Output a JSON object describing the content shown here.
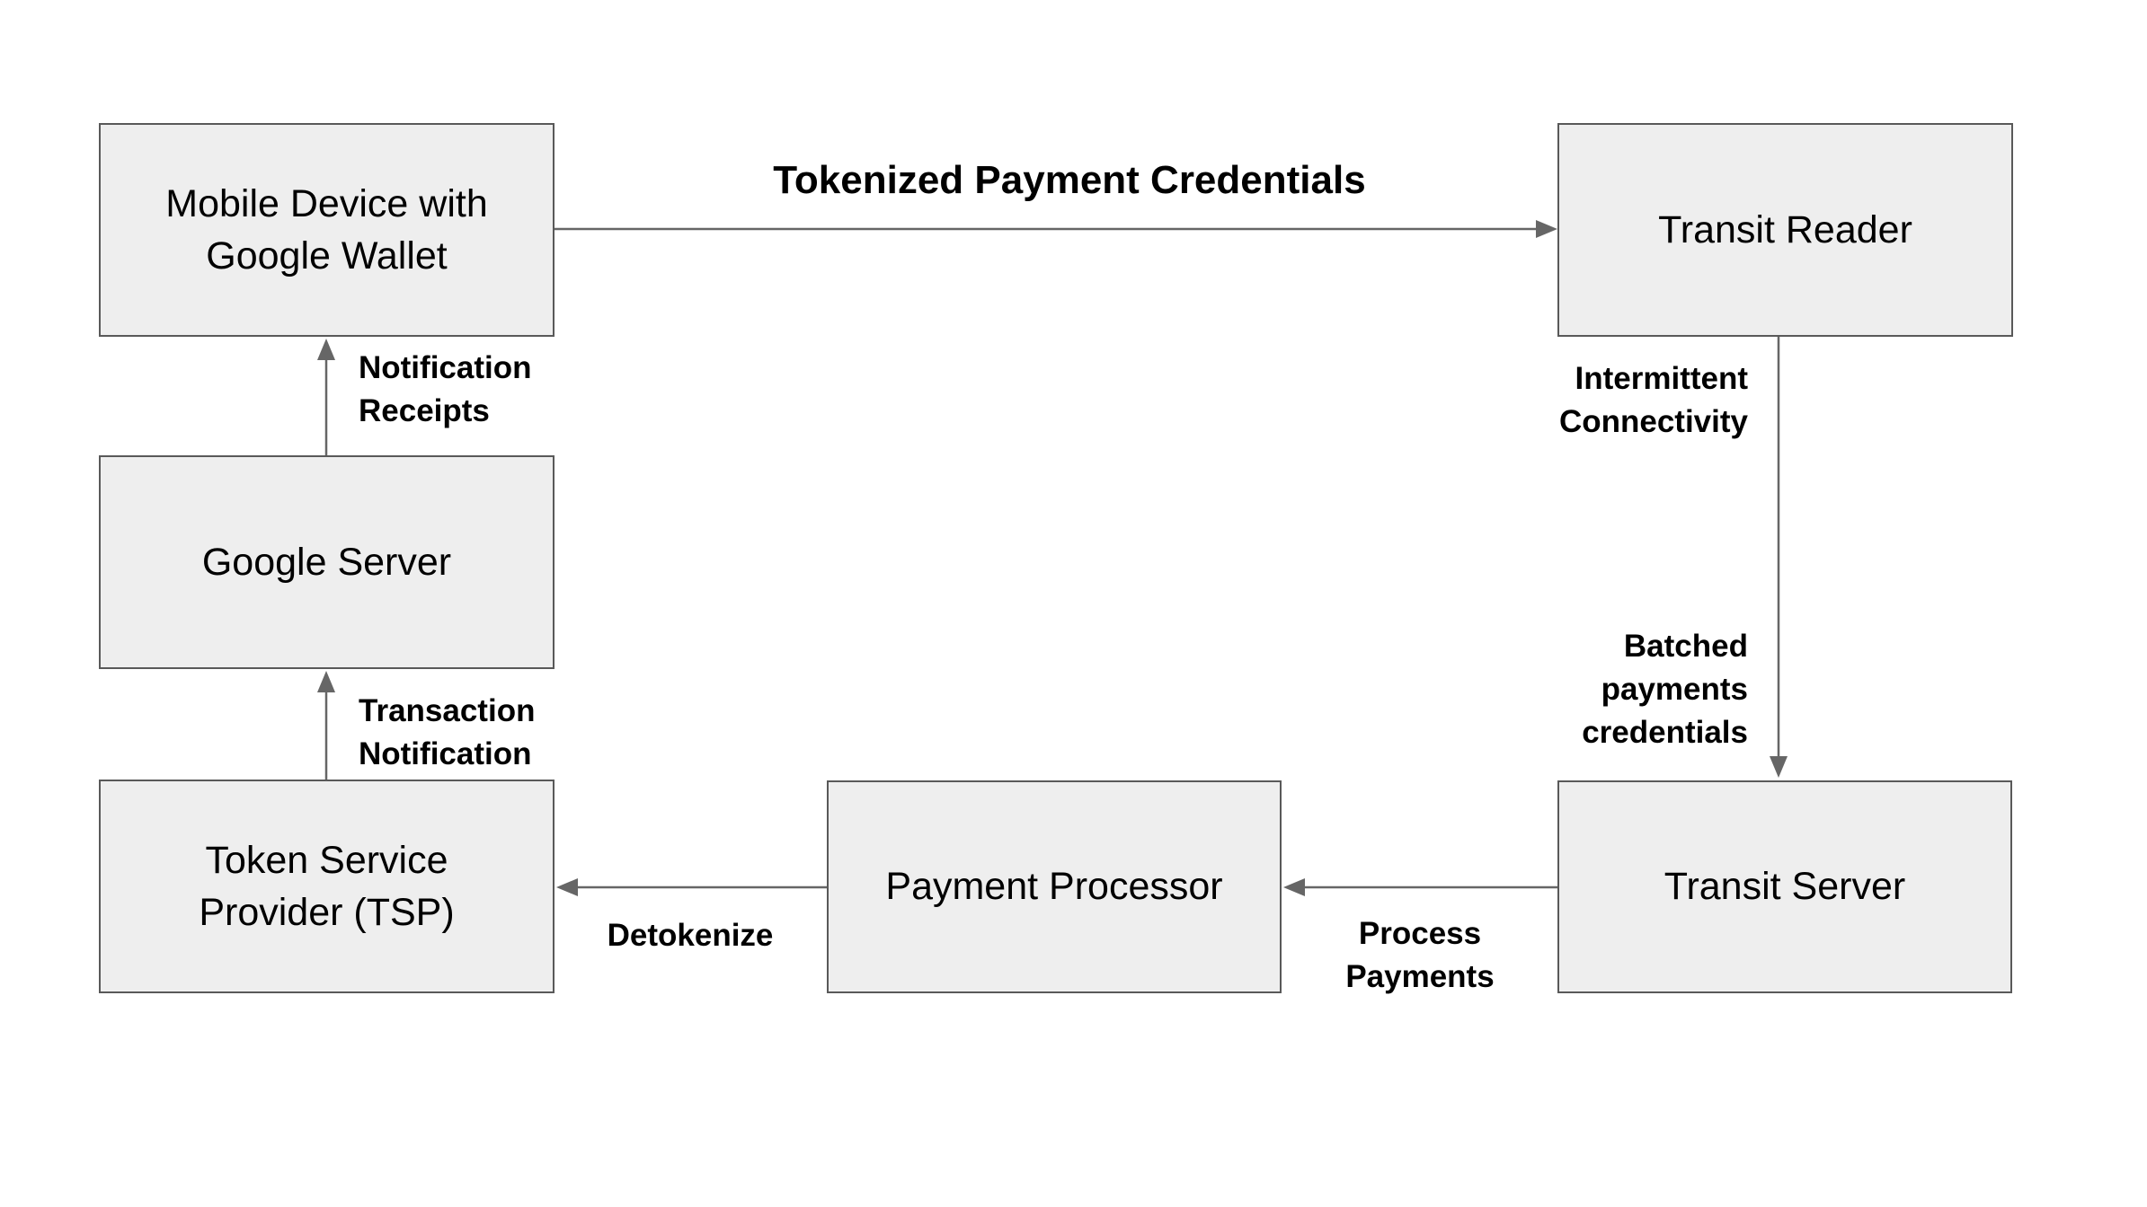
{
  "diagram": {
    "colors": {
      "background": "#ffffff",
      "box_fill": "#eeeeee",
      "box_border": "#595959",
      "arrow": "#666666",
      "label_text": "#000000"
    },
    "nodes": {
      "mobile_device": {
        "label": "Mobile Device with\nGoogle Wallet"
      },
      "transit_reader": {
        "label": "Transit Reader"
      },
      "google_server": {
        "label": "Google Server"
      },
      "tsp": {
        "label": "Token Service\nProvider (TSP)"
      },
      "payment_processor": {
        "label": "Payment Processor"
      },
      "transit_server": {
        "label": "Transit Server"
      }
    },
    "edges": {
      "mobile_to_reader": {
        "label": "Tokenized Payment Credentials"
      },
      "reader_to_server": {
        "label": "Intermittent\nConnectivity",
        "label2": "Batched\npayments\ncredentials"
      },
      "server_to_processor": {
        "label": "Process\nPayments"
      },
      "processor_to_tsp": {
        "label": "Detokenize"
      },
      "tsp_to_google": {
        "label": "Transaction\nNotification"
      },
      "google_to_mobile": {
        "label": "Notification\nReceipts"
      }
    }
  }
}
